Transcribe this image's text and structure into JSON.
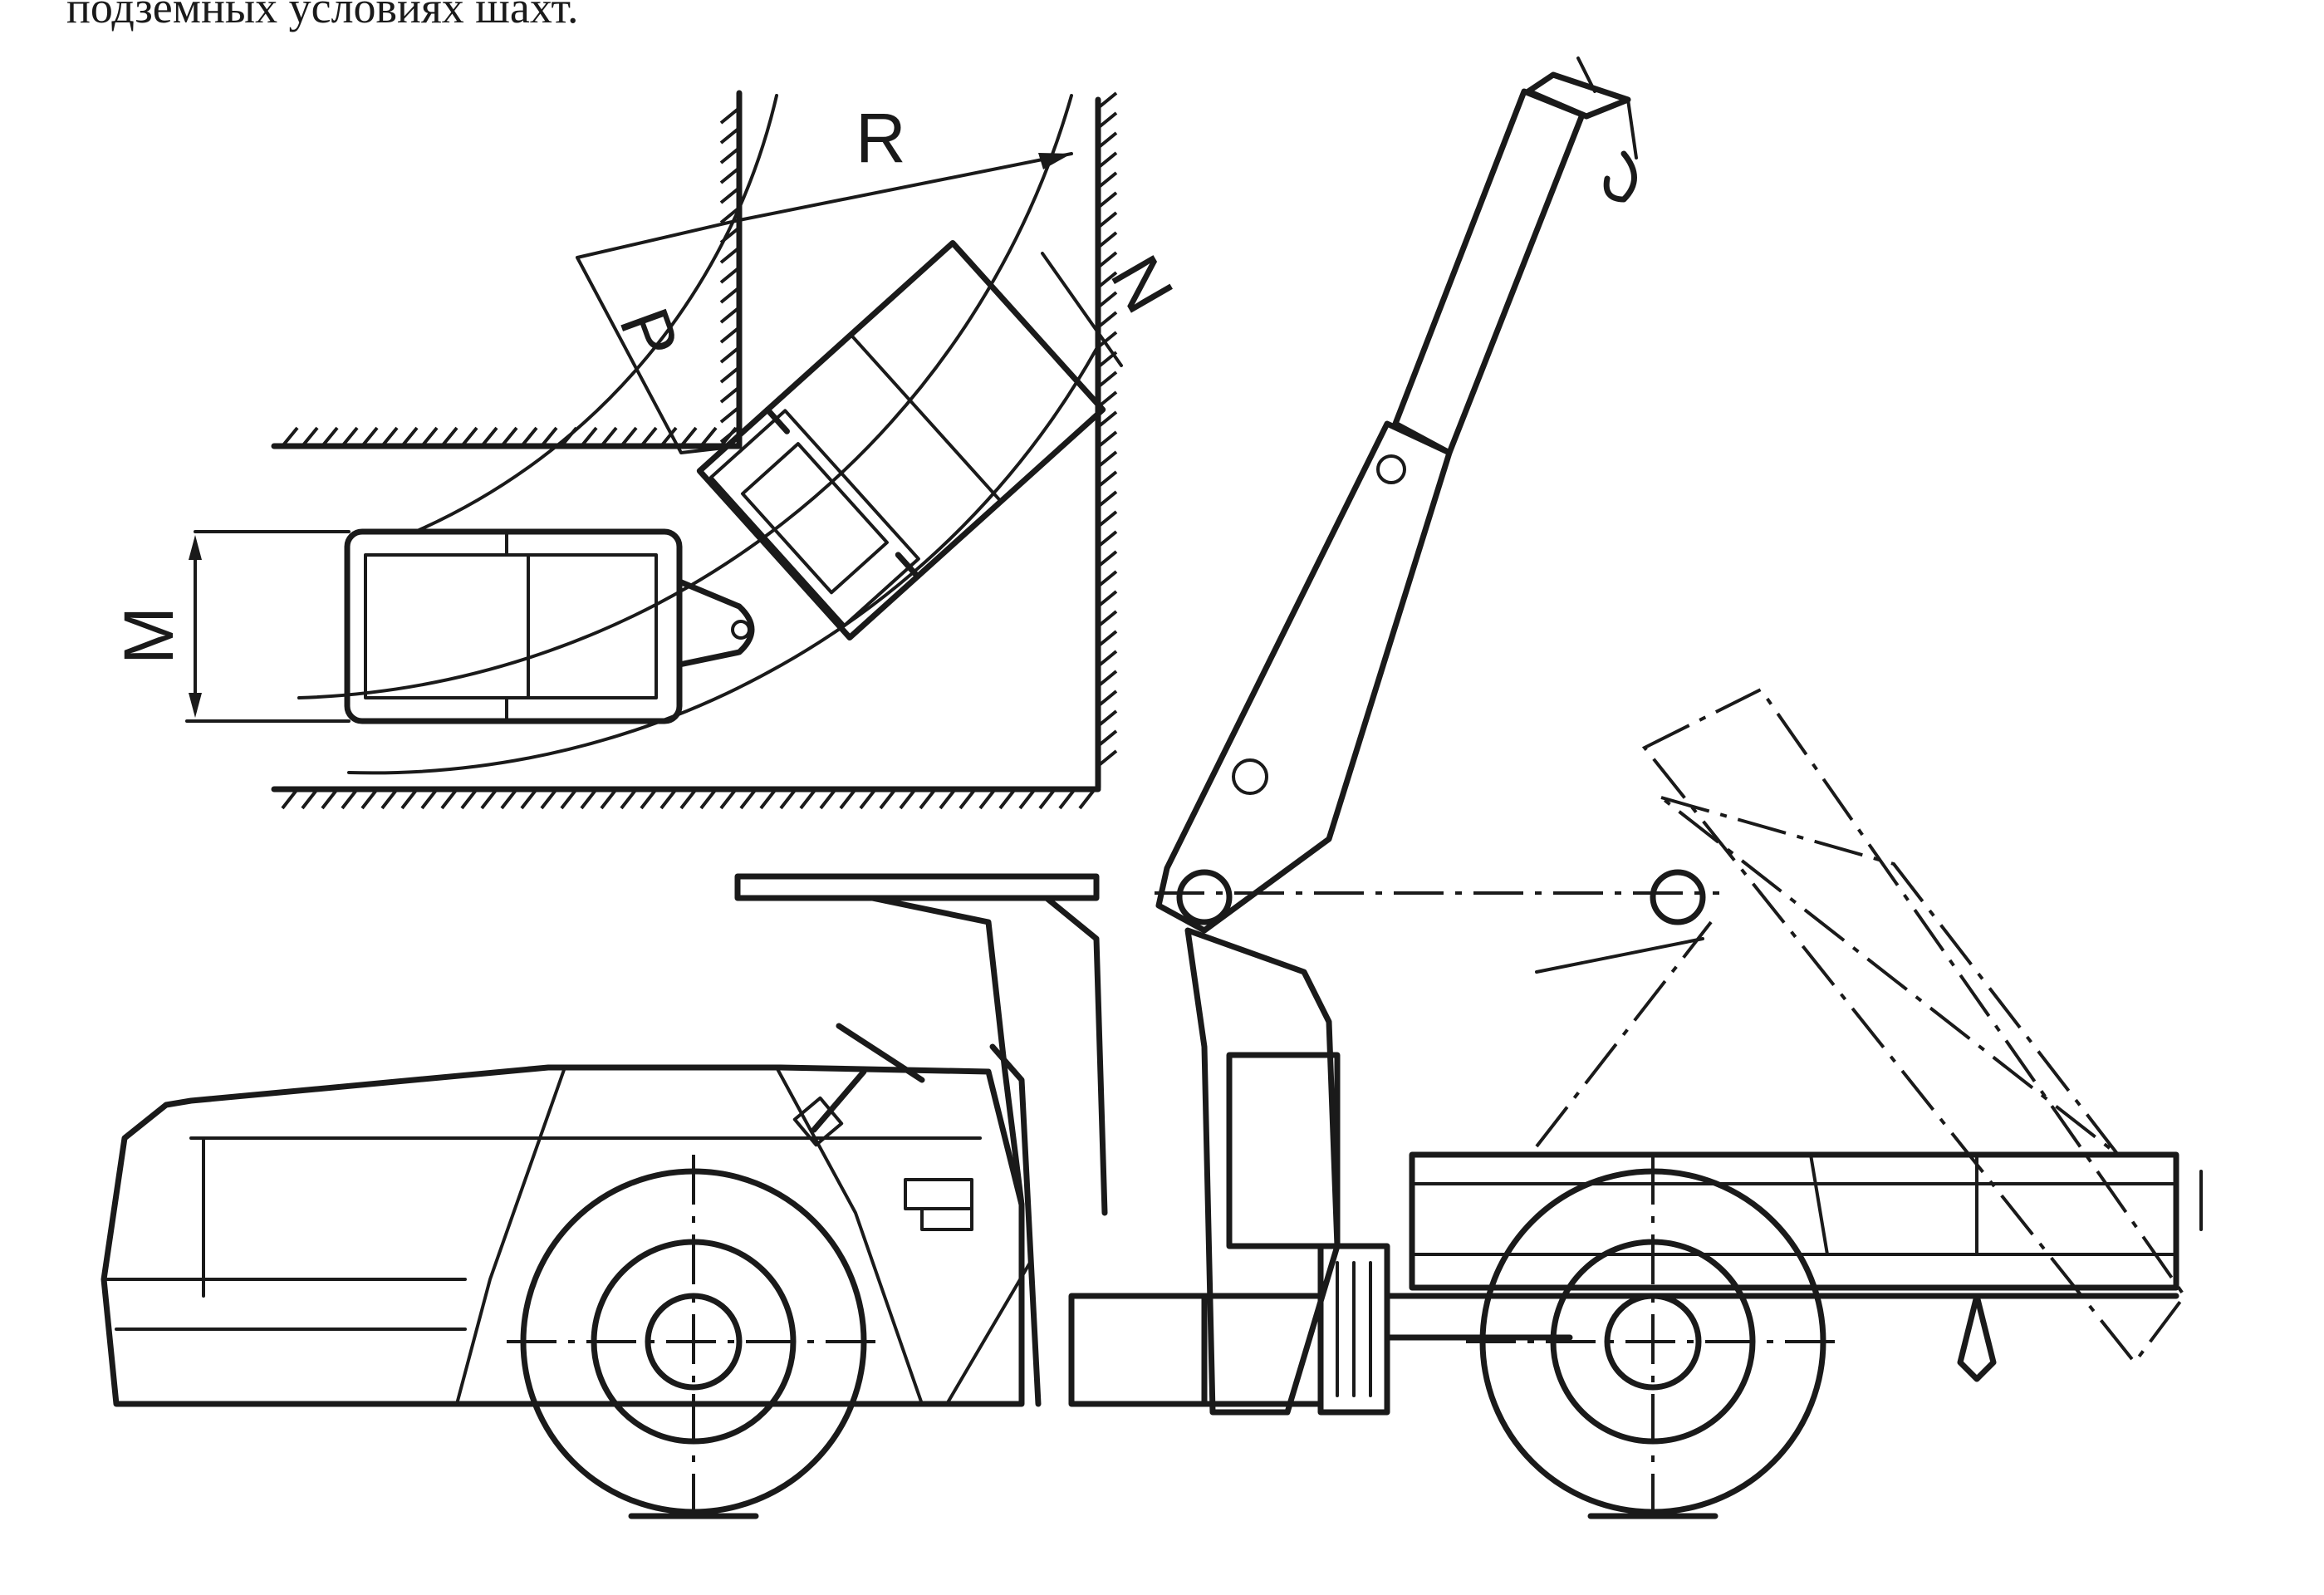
{
  "caption": "подземных условиях шахт.",
  "plan_view": {
    "dimension_labels": {
      "r": "R",
      "p": "P",
      "n": "N",
      "m": "M"
    }
  },
  "side_view": {}
}
